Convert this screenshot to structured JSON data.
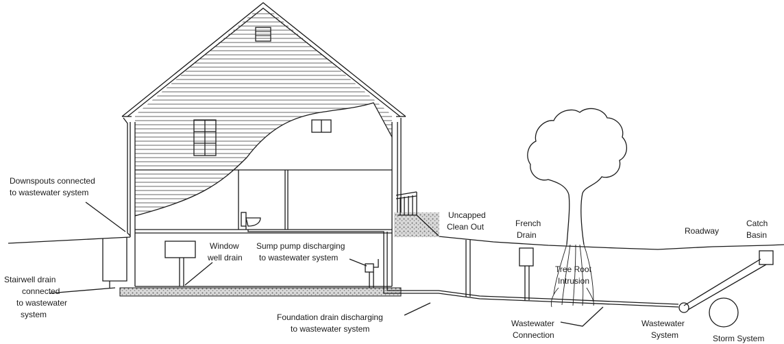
{
  "labels": {
    "downspouts_1": "Downspouts connected",
    "downspouts_2": "to wastewater system",
    "stairwell_1": "Stairwell drain",
    "stairwell_2": "connected",
    "stairwell_3": "to wastewater",
    "stairwell_4": "system",
    "window_1": "Window",
    "window_2": "well drain",
    "sump_1": "Sump pump discharging",
    "sump_2": "to wastewater system",
    "foundation_1": "Foundation drain discharging",
    "foundation_2": "to wastewater system",
    "cleanout_1": "Uncapped",
    "cleanout_2": "Clean Out",
    "french_1": "French",
    "french_2": "Drain",
    "tree_1": "Tree Root",
    "tree_2": "Intrusion",
    "roadway": "Roadway",
    "catch_1": "Catch",
    "catch_2": "Basin",
    "wwconn_1": "Wastewater",
    "wwconn_2": "Connection",
    "wwsys_1": "Wastewater",
    "wwsys_2": "System",
    "storm": "Storm System"
  },
  "colors": {
    "line": "#1a1a1a",
    "background": "#ffffff",
    "gravel": "#8a8a8a"
  }
}
